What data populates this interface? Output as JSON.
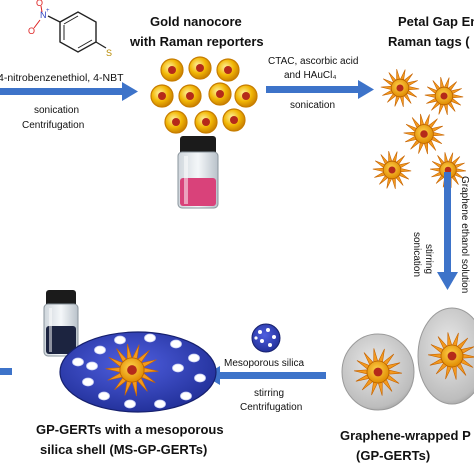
{
  "step1": {
    "reagent": "4-nitrobenzenethiol, 4-NBT",
    "cond1": "sonication",
    "cond2": "Centrifugation",
    "struct_no2": "O",
    "struct_n": "N",
    "struct_plus": "+",
    "struct_minus": "O",
    "struct_s": "S"
  },
  "gold": {
    "title_line1": "Gold nanocore",
    "title_line2": "with Raman reporters",
    "core_color": "#f2b705",
    "core_edge": "#c77d00",
    "vial_liquid": "#d9427a"
  },
  "step2": {
    "cond_line1": "CTAC,  ascorbic acid",
    "cond_line2": "and HAuCl₄",
    "cond_line3": "sonication"
  },
  "petal": {
    "title_line1": "Petal Gap En",
    "title_line2": "Raman tags  ("
  },
  "step3": {
    "cond_a": "sonication",
    "cond_b": "stirring",
    "cond_c": "Graphene ethanol solution"
  },
  "graphene": {
    "title_line1": "Graphene-wrapped P",
    "title_line2": "(GP-GERTs)"
  },
  "step4": {
    "cond1": "Mesoporous silica",
    "cond2": "stirring",
    "cond3": "Centrifugation"
  },
  "final": {
    "title_line1": "GP-GERTs with a mesoporous",
    "title_line2": "silica shell  (MS-GP-GERTs)",
    "shell_color": "#2f3fb5",
    "vial_liquid": "#1c2440"
  },
  "arrow_color": "#3d73c9"
}
